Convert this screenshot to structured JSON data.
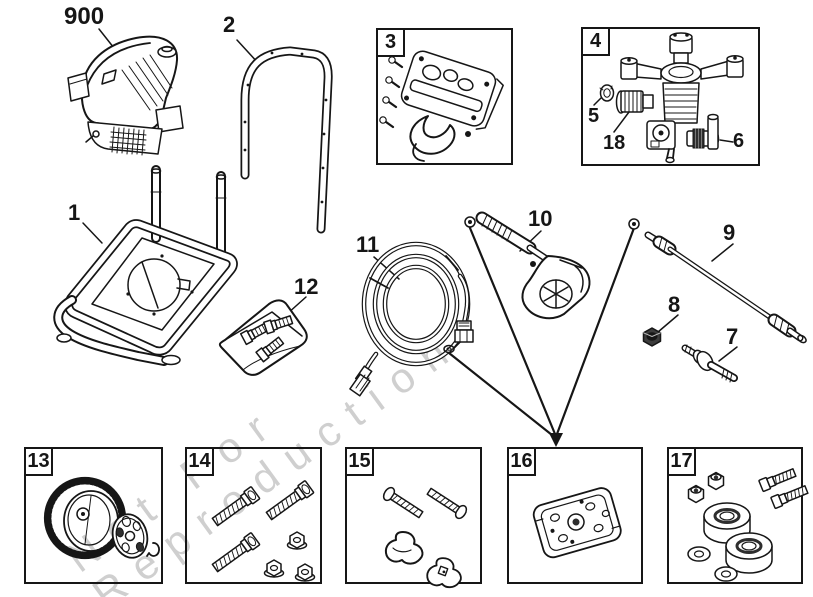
{
  "watermark": {
    "line1": "Not For",
    "line2": "Reproduction"
  },
  "callouts": {
    "engine": "900",
    "frame": "1",
    "handle": "2",
    "bracket_kit": "3",
    "pump_kit": "4",
    "seal_ring": "5",
    "outlet_fitting": "6",
    "axle_bolt": "7",
    "lock_nut": "8",
    "wand": "9",
    "spray_gun": "10",
    "hose": "11",
    "hardware_bag": "12",
    "wheel_kit": "13",
    "bolt_kit": "14",
    "knob_kit": "15",
    "tray_kit": "16",
    "foot_kit": "17",
    "pump_knob": "18"
  },
  "colors": {
    "line": "#161616",
    "watermark": "#cfcfcf",
    "background": "#ffffff"
  }
}
